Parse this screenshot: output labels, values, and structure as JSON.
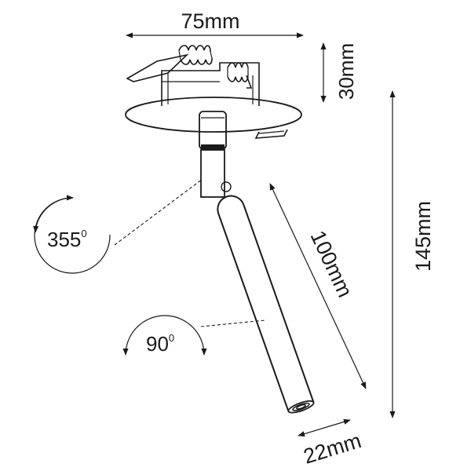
{
  "dimensions": {
    "width": "75mm",
    "recess_depth": "30mm",
    "total_height": "145mm",
    "tube_length": "100mm",
    "tube_diameter": "22mm"
  },
  "rotations": {
    "horizontal": {
      "value": "355",
      "unit": "0"
    },
    "vertical": {
      "value": "90",
      "unit": "0"
    }
  }
}
